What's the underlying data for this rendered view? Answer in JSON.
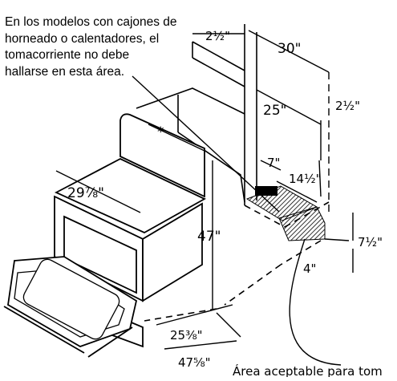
{
  "note": {
    "lines": [
      "En los modelos con cajones de",
      "horneado o calentadores, el",
      "tomacorriente no debe",
      "hallarse en esta área."
    ]
  },
  "dimensions": {
    "outlet_offset_top": "2½\"",
    "cabinet_width": "30\"",
    "range_width": "25\"",
    "right_offset": "2½\"",
    "outlet_width": "7\"",
    "outlet_span": "14½\"",
    "asterisk": "*",
    "cooktop_depth": "29⅞\"",
    "height": "47\"",
    "outlet_height": "7½\"",
    "outlet_from_floor": "4\"",
    "depth": "25⅜\"",
    "depth_door_open": "47⅝\""
  },
  "caption": "Área aceptable para tom"
}
